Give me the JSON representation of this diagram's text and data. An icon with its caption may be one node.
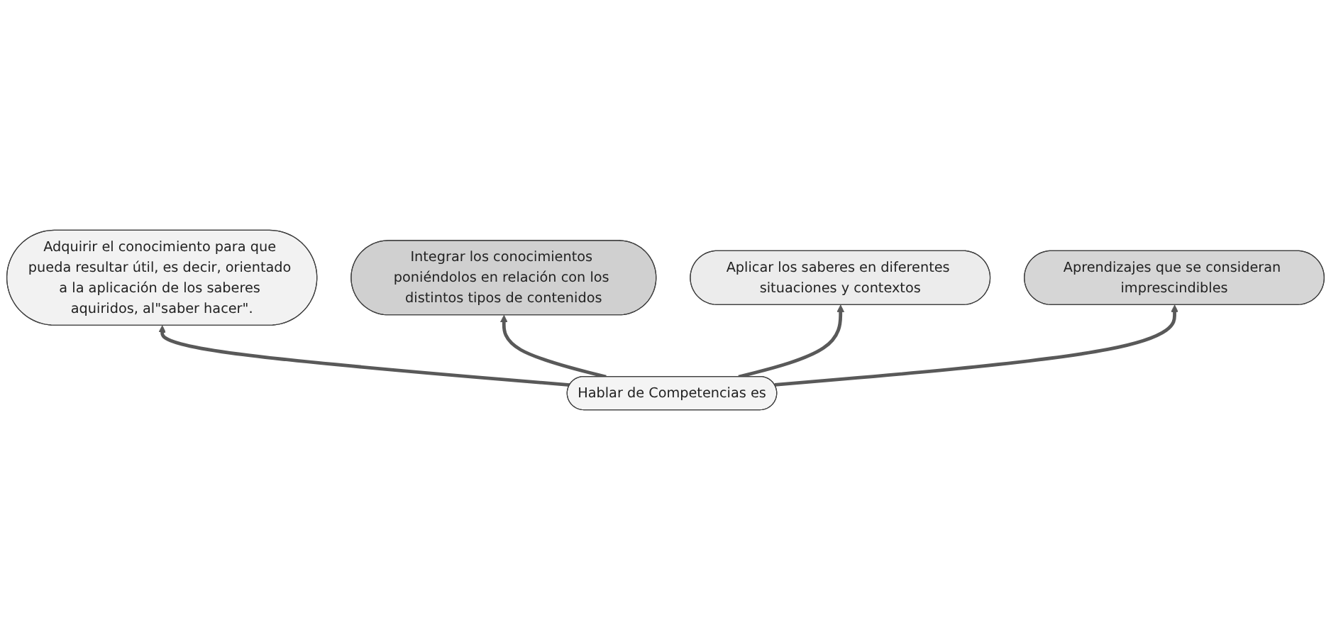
{
  "diagram": {
    "nodes": [
      {
        "text": [
          "Adquirir el conocimiento para que pueda resultar útil, es decir, orientado a la aplicación de los saberes aquiridos, al\"saber hacer\"."
        ]
      },
      {
        "text": [
          "Integrar los conocimientos poniéndolos en relación con los distintos tipos de contenidos"
        ]
      },
      {
        "text": [
          "Hablar de Competencias es"
        ]
      },
      {
        "text": [
          "Aplicar los saberes en diferentes situaciones y contextos"
        ]
      },
      {
        "text": [
          "Aprendizajes que se consideran imprescindibles"
        ]
      }
    ],
    "edges": [
      {
        "from": 2,
        "to": 0,
        "arrow": "to"
      },
      {
        "from": 2,
        "to": 1,
        "arrow": "to"
      },
      {
        "from": 2,
        "to": 3,
        "arrow": "to"
      },
      {
        "from": 2,
        "to": 4,
        "arrow": "to"
      }
    ]
  }
}
